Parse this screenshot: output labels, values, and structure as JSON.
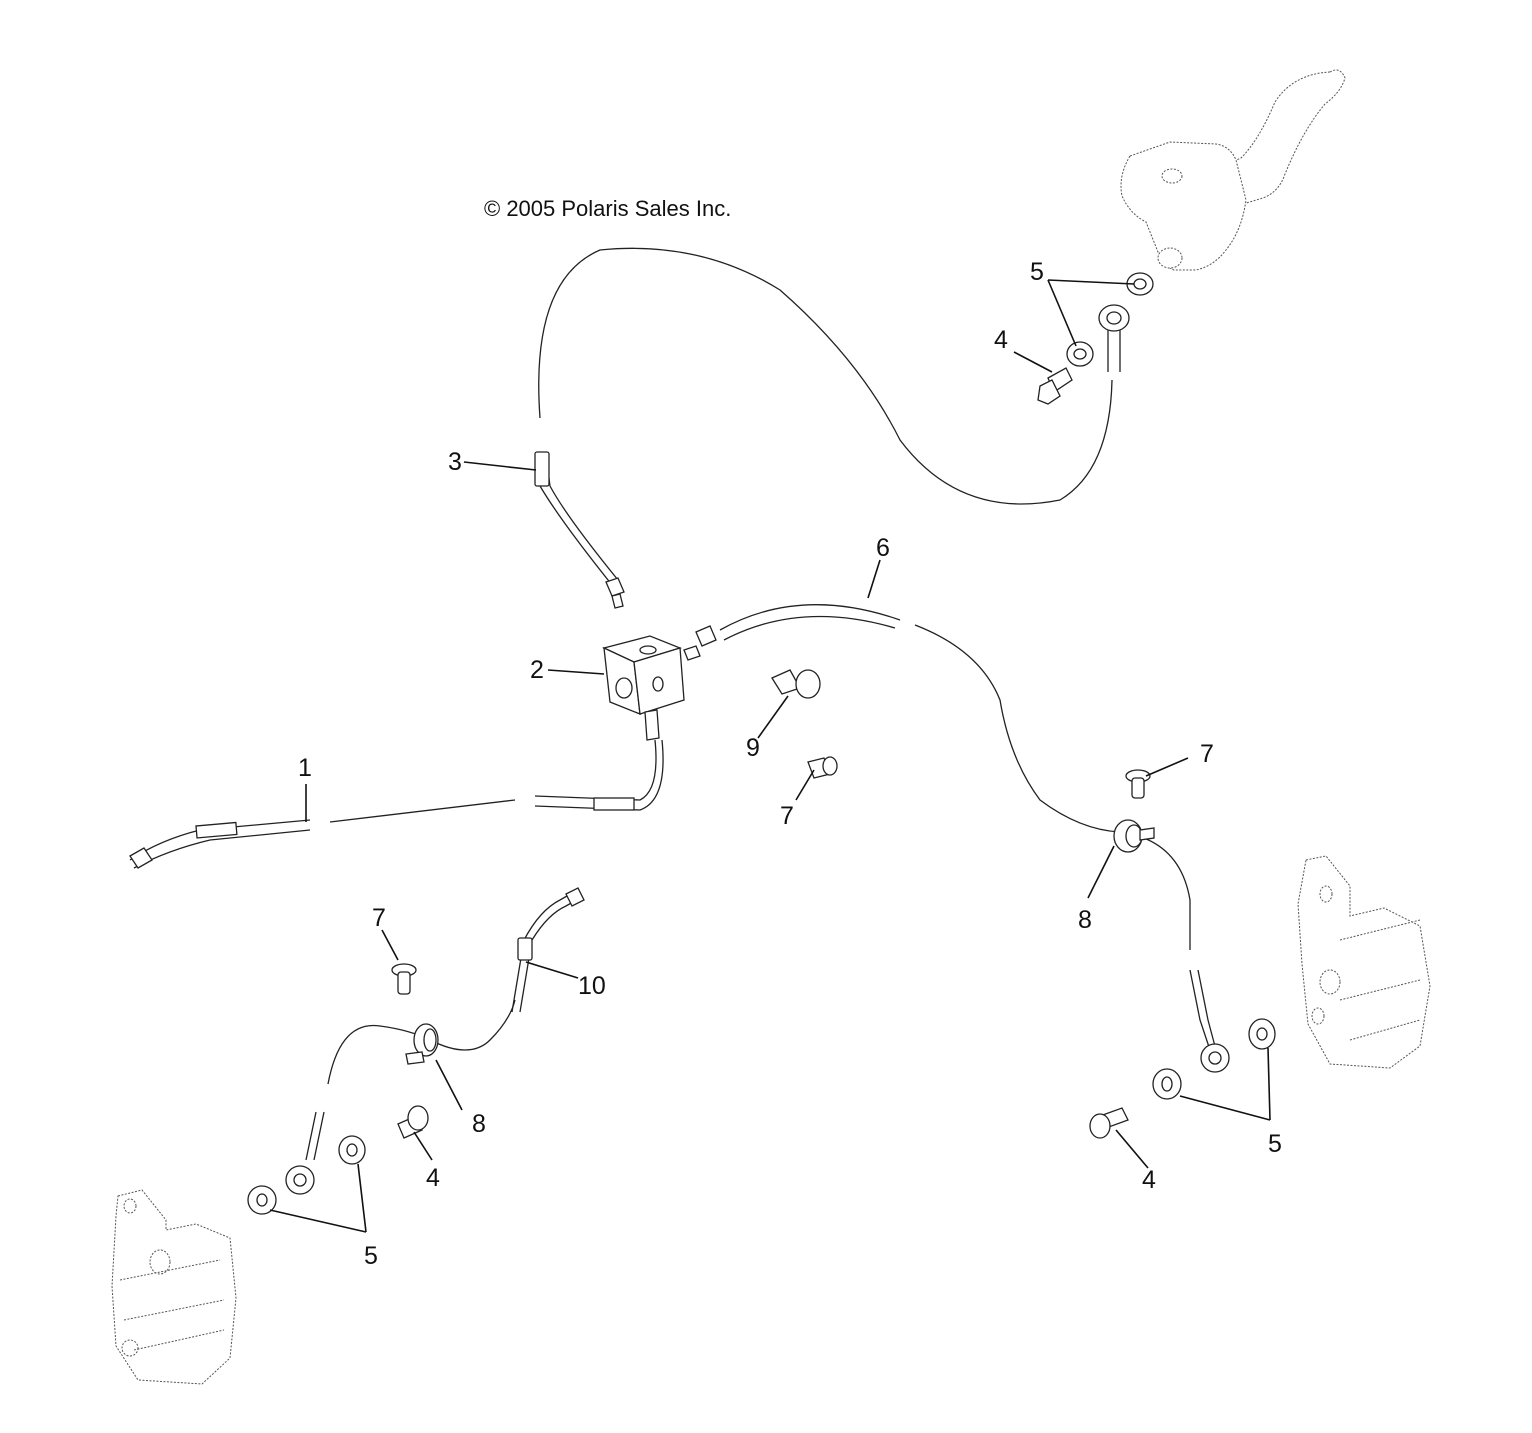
{
  "copyright": "© 2005 Polaris Sales Inc.",
  "callouts": {
    "c1": "1",
    "c2": "2",
    "c3": "3",
    "c4_top": "4",
    "c5_top": "5",
    "c6": "6",
    "c7_center": "7",
    "c7_right": "7",
    "c7_left": "7",
    "c8_right": "8",
    "c8_left": "8",
    "c9": "9",
    "c10": "10",
    "c4_left": "4",
    "c4_right": "4",
    "c5_left": "5",
    "c5_right": "5"
  },
  "parts": [
    {
      "ref": "1",
      "name": "brake-line-1"
    },
    {
      "ref": "2",
      "name": "junction-block"
    },
    {
      "ref": "3",
      "name": "brake-line-3"
    },
    {
      "ref": "4",
      "name": "banjo-bolt"
    },
    {
      "ref": "5",
      "name": "crush-washer"
    },
    {
      "ref": "6",
      "name": "brake-line-6"
    },
    {
      "ref": "7",
      "name": "screw"
    },
    {
      "ref": "8",
      "name": "hose-clamp"
    },
    {
      "ref": "9",
      "name": "bolt-9"
    },
    {
      "ref": "10",
      "name": "brake-line-10"
    }
  ]
}
